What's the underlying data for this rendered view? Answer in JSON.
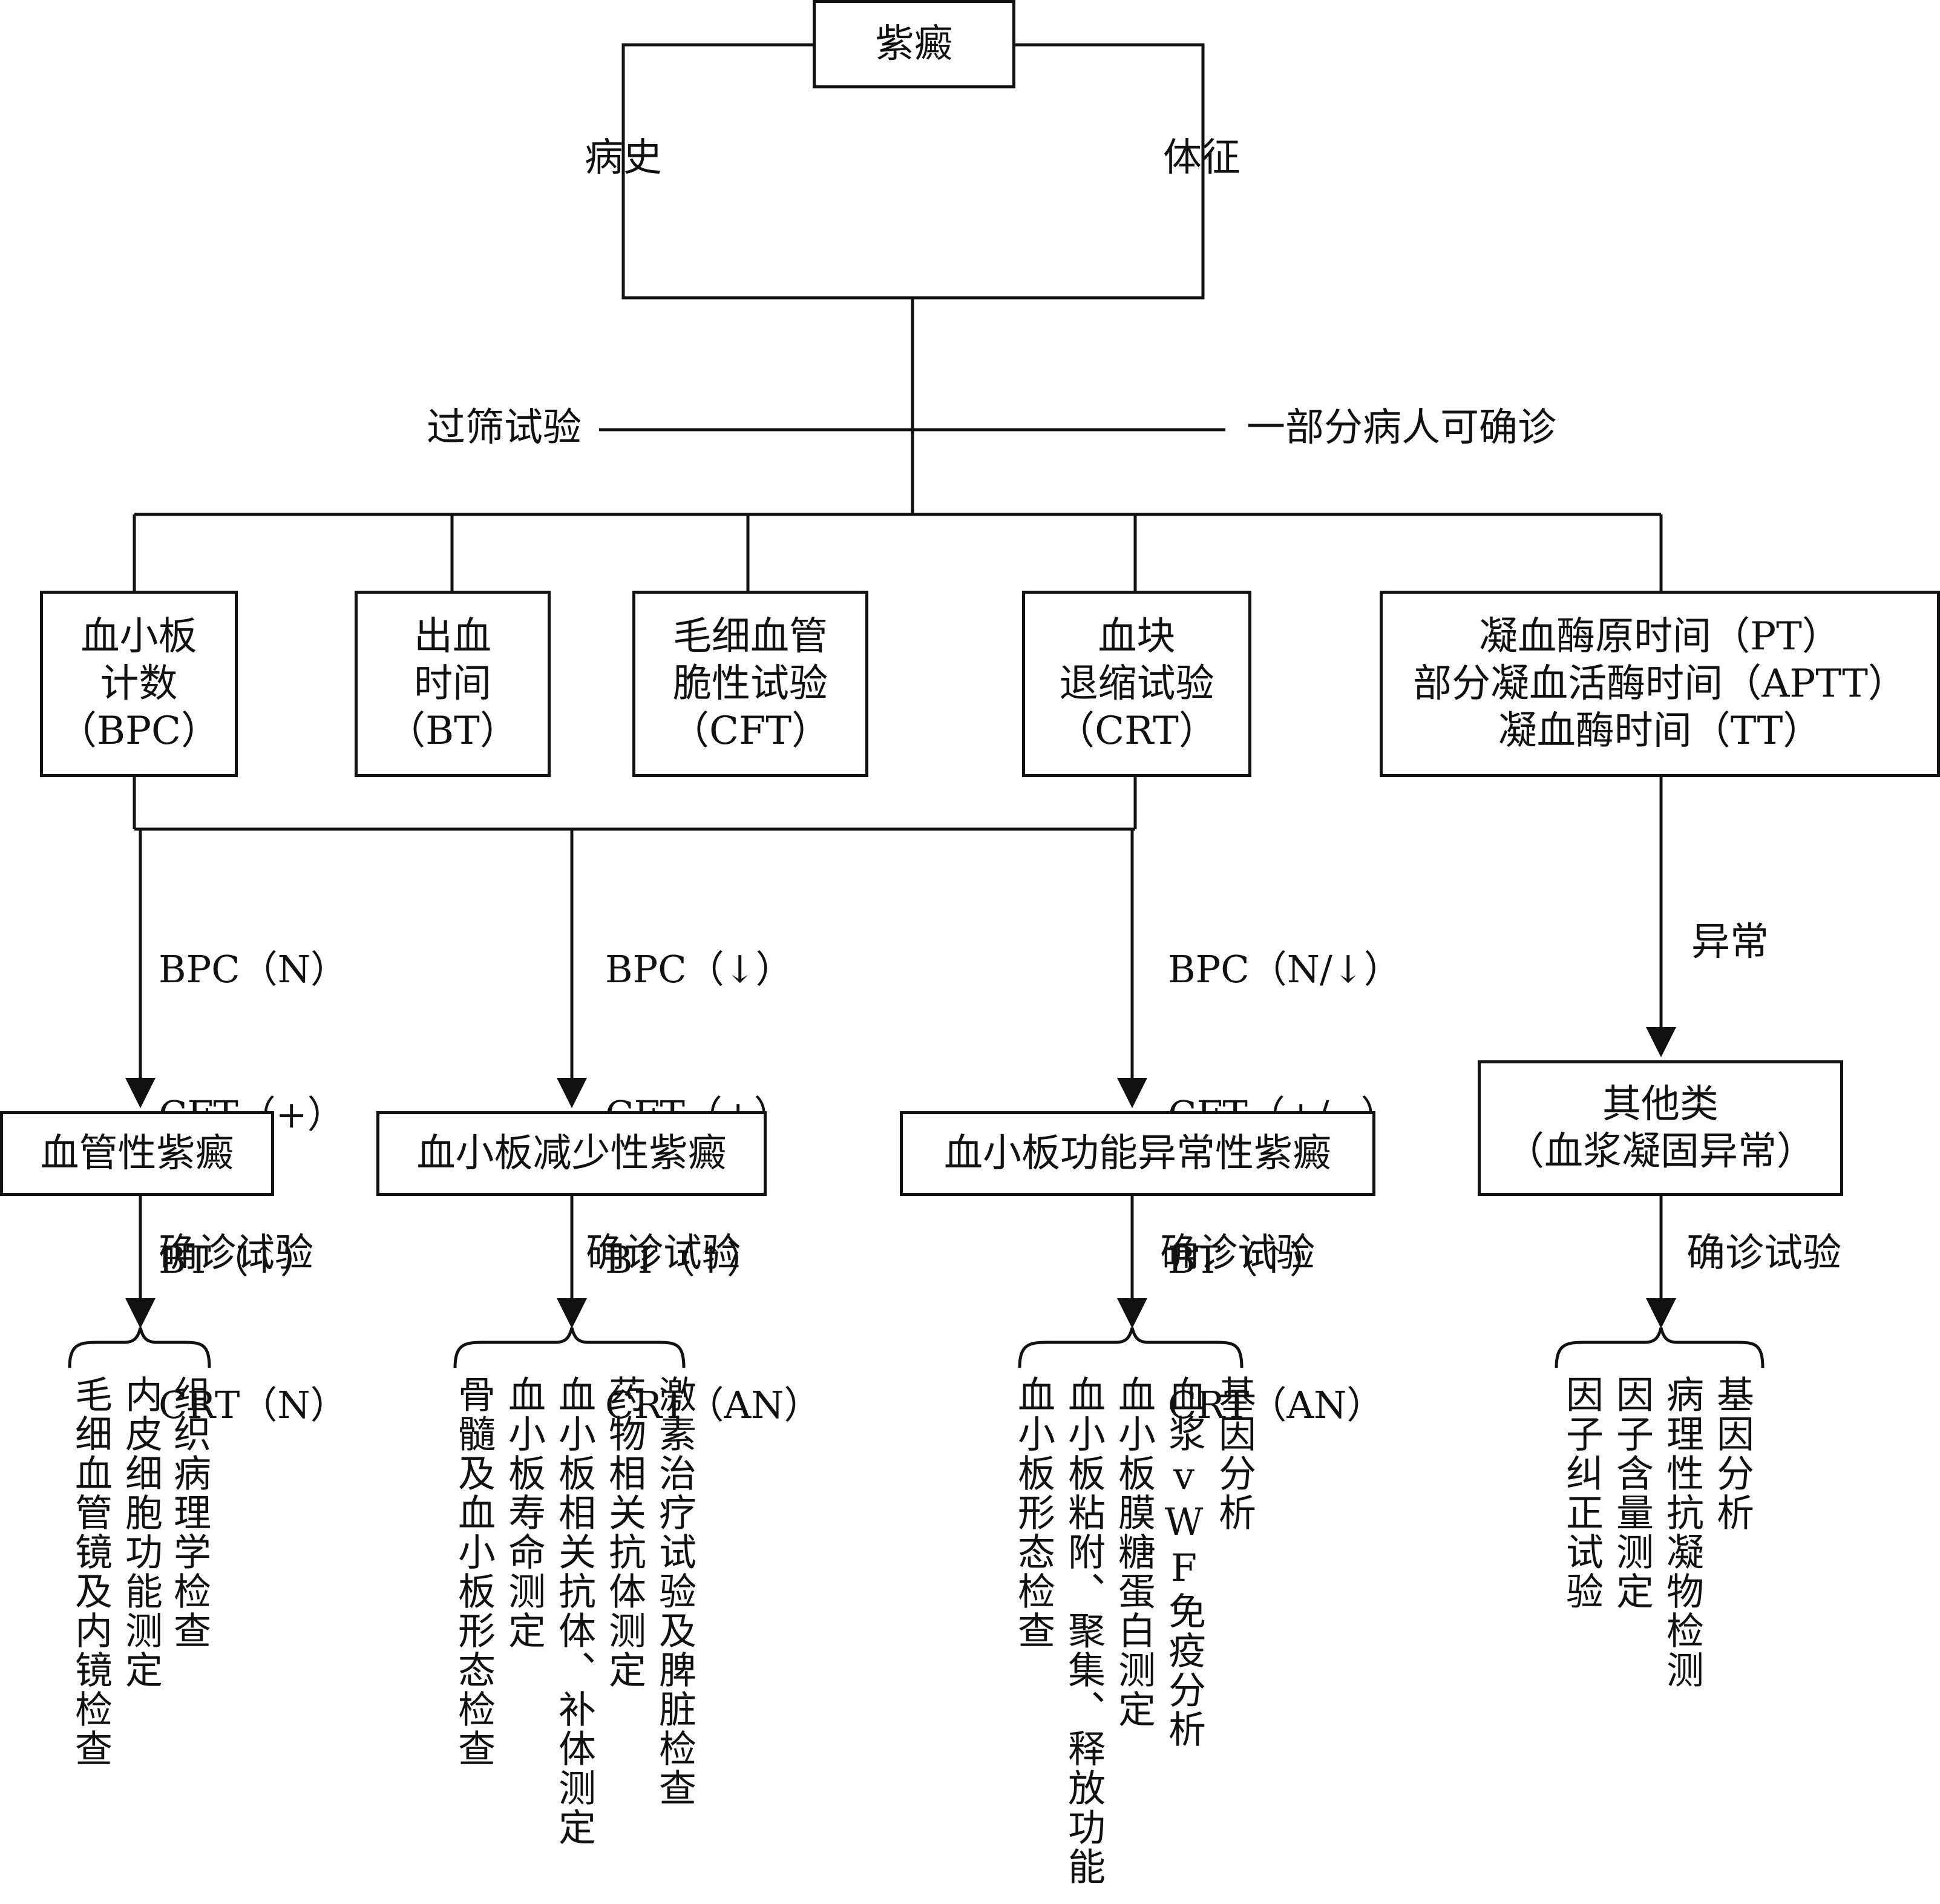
{
  "root": "紫癜",
  "history": "病史",
  "signs": "体征",
  "screening": "过筛试验",
  "partial_diagnosis": "一部分病人可确诊",
  "tests": {
    "bpc": [
      "血小板",
      "计数",
      "（BPC）"
    ],
    "bt": [
      "出血",
      "时间",
      "（BT）"
    ],
    "cft": [
      "毛细血管",
      "脆性试验",
      "（CFT）"
    ],
    "crt": [
      "血块",
      "退缩试验",
      "（CRT）"
    ],
    "coag": [
      "凝血酶原时间（PT）",
      "部分凝血活酶时间（APTT）",
      "凝血酶时间（TT）"
    ]
  },
  "criteria": {
    "vascular": [
      "BPC（N）",
      "CFT（+）",
      "BT（↑）",
      "CRT（N）"
    ],
    "thrombocytopenic": [
      "BPC（↓）",
      "CFT（+）",
      "BT（↑）",
      "CRT（AN）"
    ],
    "dysfunction": [
      "BPC（N/↓）",
      "CFT（+/−）",
      "BT（↑）",
      "CRT（AN）"
    ]
  },
  "abnormal": "异常",
  "categories": {
    "vascular": "血管性紫癜",
    "thrombocytopenic": "血小板减少性紫癜",
    "dysfunction": "血小板功能异常性紫癜",
    "other": [
      "其他类",
      "（血浆凝固异常）"
    ]
  },
  "confirm_label": "确诊试验",
  "confirm_tests": {
    "vascular": [
      "组织病理学检查",
      "内皮细胞功能测定",
      "毛细血管镜及内镜检查"
    ],
    "thrombocytopenic": [
      "激素治疗试验及脾脏检查",
      "药物相关抗体测定",
      "血小板相关抗体、补体测定",
      "血小板寿命测定",
      "骨髓及血小板形态检查"
    ],
    "dysfunction": [
      "基因分析",
      "血浆vWF免疫分析",
      "血小板膜糖蛋白测定",
      "血小板粘附、聚集、释放功能",
      "血小板形态检查"
    ],
    "other": [
      "基因分析",
      "病理性抗凝物检测",
      "因子含量测定",
      "因子纠正试验"
    ]
  }
}
